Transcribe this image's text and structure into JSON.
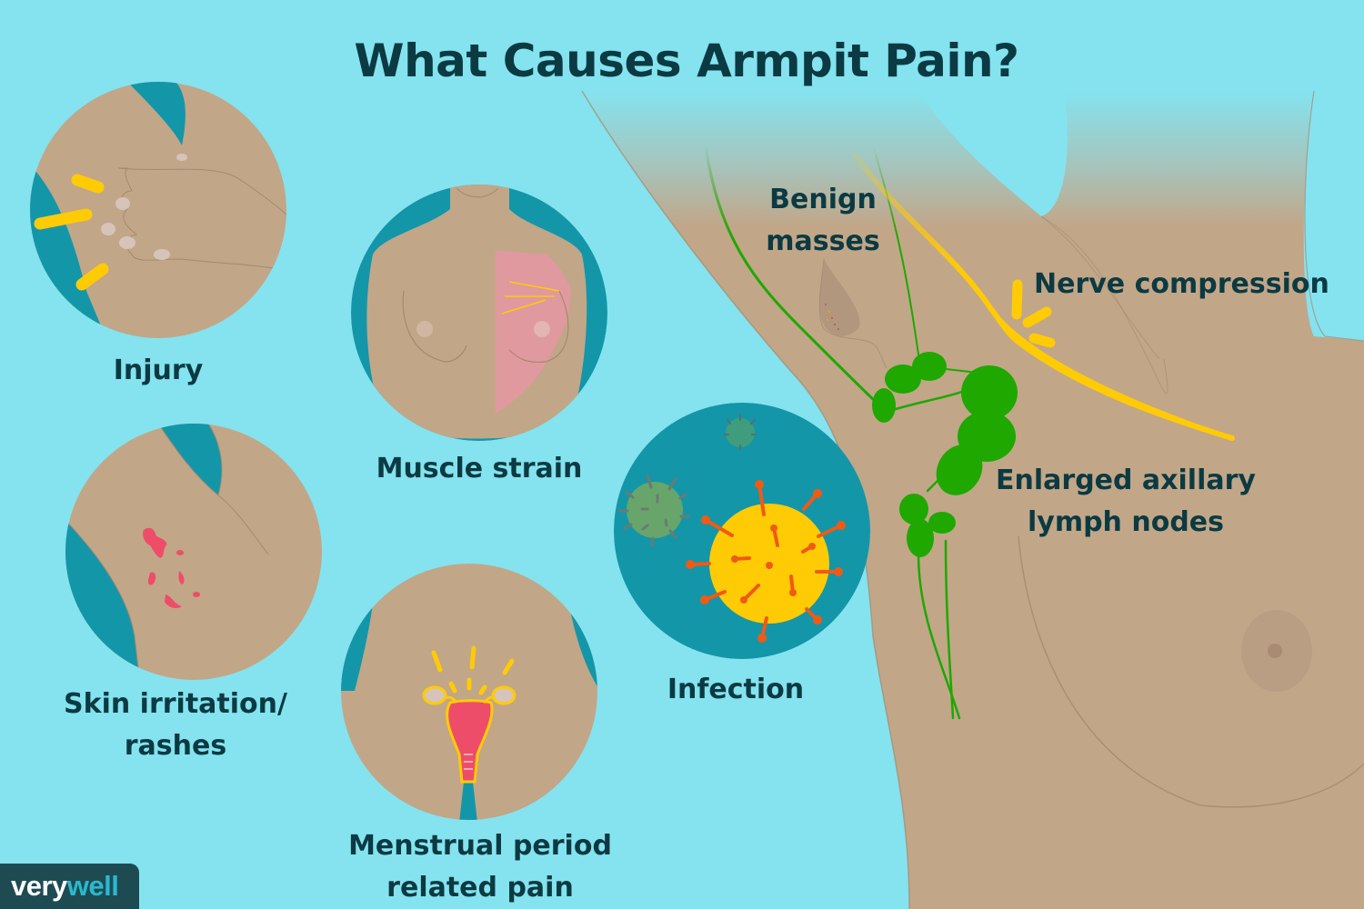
{
  "title": "What Causes Armpit Pain?",
  "causes": [
    {
      "id": "injury",
      "label_lines": [
        "Injury"
      ]
    },
    {
      "id": "muscle-strain",
      "label_lines": [
        "Muscle strain"
      ]
    },
    {
      "id": "skin-irritation",
      "label_lines": [
        "Skin irritation/",
        "rashes"
      ]
    },
    {
      "id": "menstrual",
      "label_lines": [
        "Menstrual period",
        "related pain"
      ]
    },
    {
      "id": "infection",
      "label_lines": [
        "Infection"
      ]
    }
  ],
  "anatomy_labels": {
    "benign_masses": [
      "Benign",
      "masses"
    ],
    "nerve_compression": "Nerve compression",
    "lymph_nodes": [
      "Enlarged axillary",
      "lymph nodes"
    ]
  },
  "logo": {
    "part1": "very",
    "part2": "well"
  },
  "colors": {
    "background": "#84e3ef",
    "skin": "#c2a688",
    "teal": "#1496a9",
    "text": "#0b3a42",
    "pain_yellow": "#ffcb05",
    "lymph_green": "#1ea800",
    "rash_red": "#ee4d6a",
    "virus_orange": "#f05a14"
  }
}
